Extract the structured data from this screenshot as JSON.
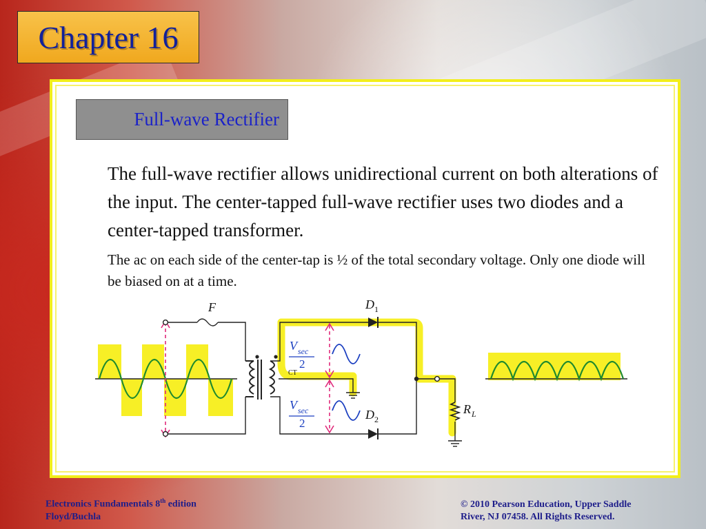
{
  "chapter": {
    "title": "Chapter 16"
  },
  "section": {
    "label": "Full-wave Rectifier"
  },
  "content": {
    "paragraph_main": "The full-wave rectifier allows unidirectional current on both alterations of the input. The center-tapped full-wave rectifier uses two diodes and a center-tapped transformer.",
    "paragraph_note": "The ac on each side of the center-tap is ½ of the total secondary voltage. Only one diode will be biased on at a time."
  },
  "diagram": {
    "fuse_label": "F",
    "d1_label": "D",
    "d1_sub": "1",
    "d2_label": "D",
    "d2_sub": "2",
    "rl_label": "R",
    "rl_sub": "L",
    "ct_label": "CT",
    "vsec_top": "V",
    "vsec_top_sub": "sec",
    "vsec_top_den": "2",
    "vsec_bot": "V",
    "vsec_bot_sub": "sec",
    "vsec_bot_den": "2",
    "colors": {
      "highlight": "#f7ef26",
      "wave": "#1f8a2e",
      "dashed": "#e0297a",
      "label_blue": "#1b3fc0"
    }
  },
  "footer": {
    "left_line1_a": "Electronics Fundamentals 8",
    "left_line1_sup": "th",
    "left_line1_b": " edition",
    "left_line2": "Floyd/Buchla",
    "right_line1": "© 2010 Pearson Education, Upper Saddle",
    "right_line2": "River, NJ 07458.  All Rights Reserved."
  }
}
